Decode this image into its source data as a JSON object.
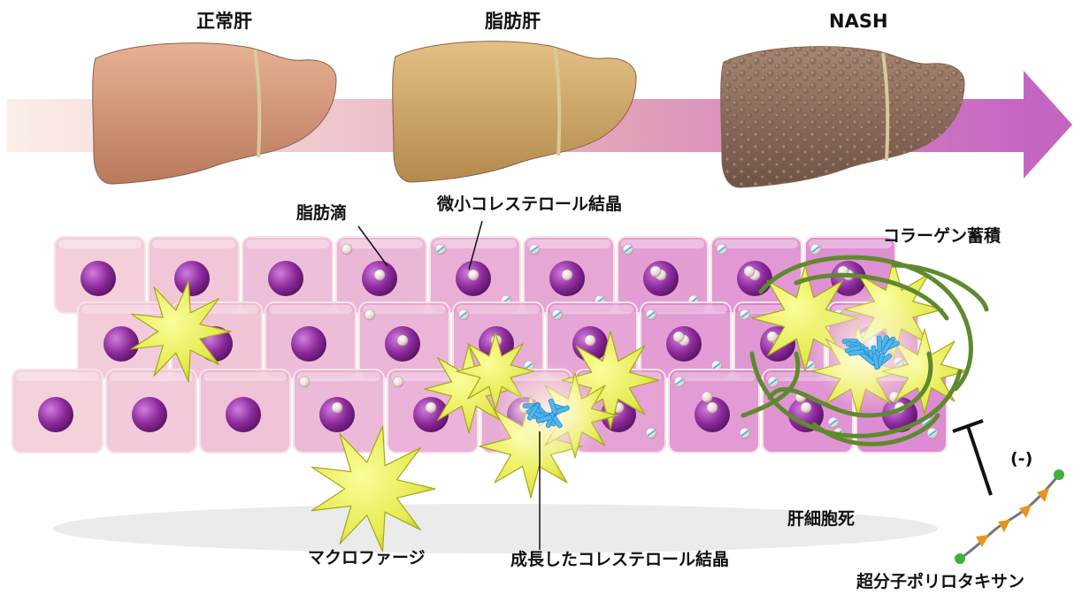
{
  "stages": [
    {
      "label": "正常肝",
      "liver_color": "#d89a7c"
    },
    {
      "label": "脂肪肝",
      "liver_color": "#d7ad6c"
    },
    {
      "label": "NASH",
      "liver_color": "#9a7866"
    }
  ],
  "annotations": {
    "lipid_droplet": "脂肪滴",
    "micro_crystal": "微小コレステロール結晶",
    "collagen": "コラーゲン蓄積",
    "macrophage": "マクロファージ",
    "grown_crystal": "成長したコレステロール結晶",
    "cell_death": "肝細胞死",
    "inhibition": "(-)",
    "polyrotaxane": "超分子ポリロタキサン"
  },
  "colors": {
    "arrow_start": "#fbeee8",
    "arrow_end": "#c565c2",
    "cell_pink": "#f2c2cc",
    "nucleus": "#8b2a9a",
    "macrophage": "#e4ea4e",
    "crystal": "#4fb6ee",
    "collagen": "#5e8a2e"
  }
}
